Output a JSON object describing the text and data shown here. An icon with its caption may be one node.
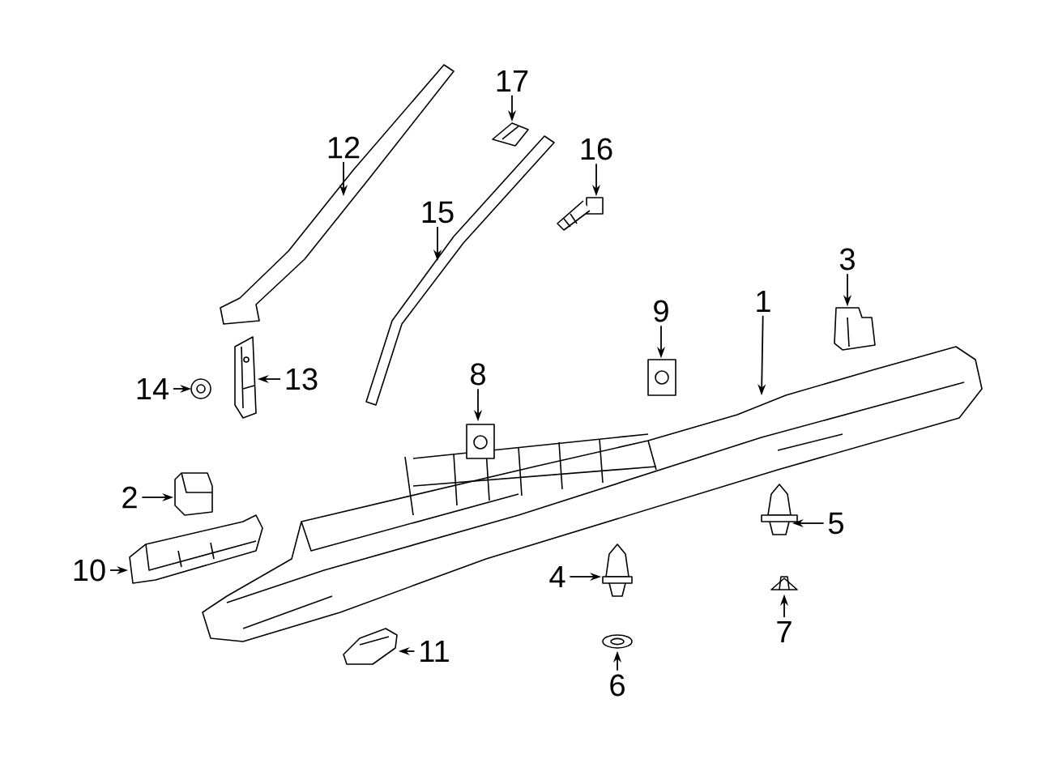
{
  "diagram": {
    "nodes": [
      {
        "text": [
          "1"
        ]
      },
      {
        "text": [
          "2"
        ]
      },
      {
        "text": [
          "3"
        ]
      },
      {
        "text": [
          "4"
        ]
      },
      {
        "text": [
          "5"
        ]
      },
      {
        "text": [
          "6"
        ]
      },
      {
        "text": [
          "7"
        ]
      },
      {
        "text": [
          "8"
        ]
      },
      {
        "text": [
          "9"
        ]
      },
      {
        "text": [
          "10"
        ]
      },
      {
        "text": [
          "11"
        ]
      },
      {
        "text": [
          "12"
        ]
      },
      {
        "text": [
          "13"
        ]
      },
      {
        "text": [
          "14"
        ]
      },
      {
        "text": [
          "15"
        ]
      },
      {
        "text": [
          "16"
        ]
      },
      {
        "text": [
          "17"
        ]
      },
      {
        "text": [],
        "shape": "picture"
      },
      {
        "text": [],
        "shape": "picture"
      },
      {
        "text": [],
        "shape": "picture"
      },
      {
        "text": [],
        "shape": "picture"
      },
      {
        "text": [],
        "shape": "picture"
      },
      {
        "text": [],
        "shape": "picture"
      },
      {
        "text": [],
        "shape": "picture"
      },
      {
        "text": [],
        "shape": "picture"
      },
      {
        "text": [],
        "shape": "picture"
      },
      {
        "text": [],
        "shape": "picture"
      },
      {
        "text": [],
        "shape": "picture"
      },
      {
        "text": [],
        "shape": "picture"
      },
      {
        "text": [],
        "shape": "picture"
      },
      {
        "text": [],
        "shape": "picture"
      },
      {
        "text": [],
        "shape": "picture"
      },
      {
        "text": [],
        "shape": "picture"
      },
      {
        "text": [],
        "shape": "picture"
      }
    ],
    "edges": [
      {
        "from": 0,
        "to": 17,
        "arrow": "to"
      },
      {
        "from": 1,
        "to": 18,
        "arrow": "to"
      },
      {
        "from": 2,
        "to": 19,
        "arrow": "to"
      },
      {
        "from": 3,
        "to": 20,
        "arrow": "to"
      },
      {
        "from": 4,
        "to": 21,
        "arrow": "to"
      },
      {
        "from": 5,
        "to": 22,
        "arrow": "to"
      },
      {
        "from": 6,
        "to": 23,
        "arrow": "to"
      },
      {
        "from": 7,
        "to": 24,
        "arrow": "to"
      },
      {
        "from": 8,
        "to": 25,
        "arrow": "to"
      },
      {
        "from": 9,
        "to": 26,
        "arrow": "to"
      },
      {
        "from": 10,
        "to": 27,
        "arrow": "to"
      },
      {
        "from": 11,
        "to": 28,
        "arrow": "to"
      },
      {
        "from": 12,
        "to": 29,
        "arrow": "to"
      },
      {
        "from": 13,
        "to": 30,
        "arrow": "to"
      },
      {
        "from": 14,
        "to": 31,
        "arrow": "to"
      },
      {
        "from": 15,
        "to": 32,
        "arrow": "to"
      },
      {
        "from": 16,
        "to": 33,
        "arrow": "to"
      }
    ]
  }
}
